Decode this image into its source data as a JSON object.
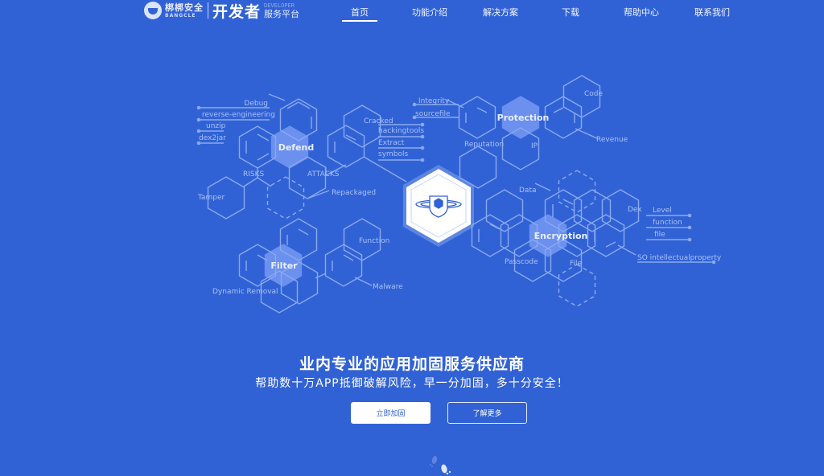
{
  "header": {
    "logo": {
      "brand_cn": "梆梆安全",
      "brand_en": "BANGCLE",
      "title": "开发者",
      "subtitle_en": "DEVELOPER",
      "subtitle_cn": "服务平台"
    },
    "nav": [
      {
        "label": "首页",
        "active": true
      },
      {
        "label": "功能介绍",
        "active": false
      },
      {
        "label": "解决方案",
        "active": false
      },
      {
        "label": "下载",
        "active": false
      },
      {
        "label": "帮助中心",
        "active": false
      },
      {
        "label": "联系我们",
        "active": false
      }
    ]
  },
  "diagram": {
    "center_icon": "shield-cube-orbit-icon",
    "clusters": {
      "defend": {
        "title": "Defend",
        "labels": [
          "Debug",
          "reverse-engineering",
          "unzip",
          "dex2jar",
          "RISKS",
          "ATTACKS",
          "Tamper",
          "Repackaged"
        ]
      },
      "cracked": {
        "labels": [
          "Cracked",
          "hackingtools",
          "Extract",
          "symbols"
        ]
      },
      "protection": {
        "title": "Protection",
        "labels": [
          "Integrity",
          "sourcefile",
          "Reputation",
          "IP",
          "Code",
          "Revenue"
        ]
      },
      "encryption": {
        "title": "Encryption",
        "labels": [
          "Data",
          "Dex",
          "Level",
          "function",
          "file",
          "Passcode",
          "File",
          "SO intellectualproperty"
        ]
      },
      "filter": {
        "title": "Filter",
        "labels": [
          "Function",
          "Malware",
          "Dynamic Removal"
        ]
      }
    }
  },
  "hero": {
    "headline": "业内专业的应用加固服务供应商",
    "subline": "帮助数十万APP抵御破解风险，早一分加固，多十分安全！",
    "primary_button": "立即加固",
    "secondary_button": "了解更多"
  },
  "scroll_hint": {
    "icon": "footprints-icon"
  },
  "colors": {
    "background": "#3162d5",
    "line": "#8aa9f0",
    "highlight_hex": "#6b90ee",
    "label": "#a9c0f5"
  }
}
